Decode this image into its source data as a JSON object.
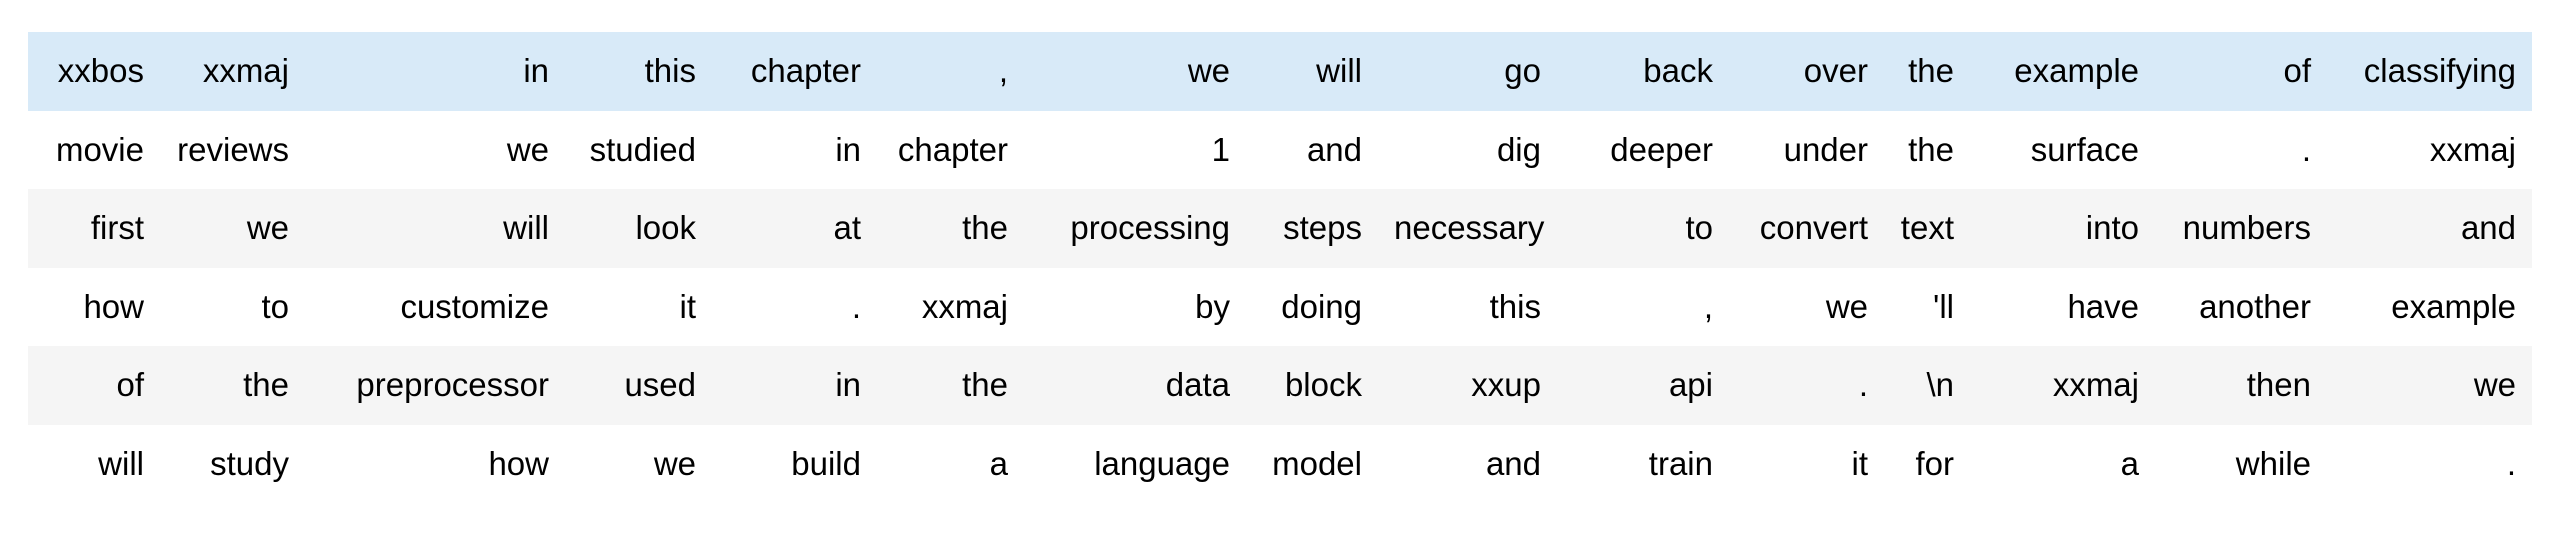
{
  "colors": {
    "page_background": "#ffffff",
    "highlight_row_background": "#d8eaf8",
    "stripe_row_background": "#f5f5f5",
    "text": "#000000"
  },
  "table": {
    "kind": "token-grid",
    "rows": [
      [
        "xxbos",
        "xxmaj",
        "in",
        "this",
        "chapter",
        ",",
        "we",
        "will",
        "go",
        "back",
        "over",
        "the",
        "example",
        "of",
        "classifying"
      ],
      [
        "movie",
        "reviews",
        "we",
        "studied",
        "in",
        "chapter",
        "1",
        "and",
        "dig",
        "deeper",
        "under",
        "the",
        "surface",
        ".",
        "xxmaj"
      ],
      [
        "first",
        "we",
        "will",
        "look",
        "at",
        "the",
        "processing",
        "steps",
        "necessary",
        "to",
        "convert",
        "text",
        "into",
        "numbers",
        "and"
      ],
      [
        "how",
        "to",
        "customize",
        "it",
        ".",
        "xxmaj",
        "by",
        "doing",
        "this",
        ",",
        "we",
        "'ll",
        "have",
        "another",
        "example"
      ],
      [
        "of",
        "the",
        "preprocessor",
        "used",
        "in",
        "the",
        "data",
        "block",
        "xxup",
        "api",
        ".",
        "\\n",
        "xxmaj",
        "then",
        "we"
      ],
      [
        "will",
        "study",
        "how",
        "we",
        "build",
        "a",
        "language",
        "model",
        "and",
        "train",
        "it",
        "for",
        "a",
        "while",
        "."
      ]
    ]
  }
}
